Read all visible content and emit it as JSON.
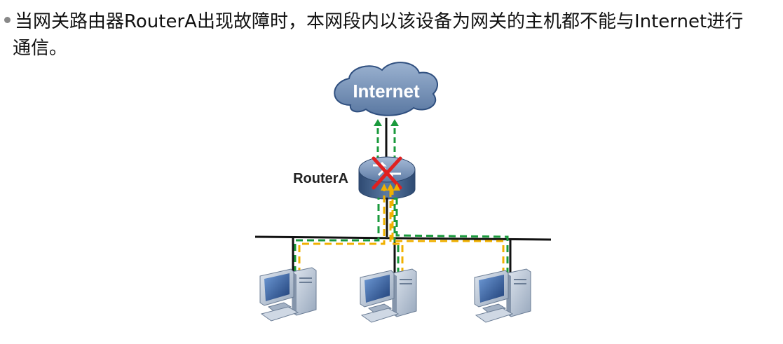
{
  "text": {
    "line1": "当网关路由器RouterA出现故障时，本网段内以该设备为网关的主机都不能与Internet进行",
    "line2": "通信。"
  },
  "diagram": {
    "cloud_label": "Internet",
    "router_label": "RouterA",
    "colors": {
      "cloud_fill": "#6f8bb0",
      "cloud_stroke": "#2f4f7f",
      "router_fill": "#4f6f99",
      "green_path": "#1a9a3c",
      "yellow_path": "#f0b000",
      "fail_mark": "#e02020",
      "pc_body": "#b8c4d4",
      "screen": "#2a4e88"
    }
  }
}
